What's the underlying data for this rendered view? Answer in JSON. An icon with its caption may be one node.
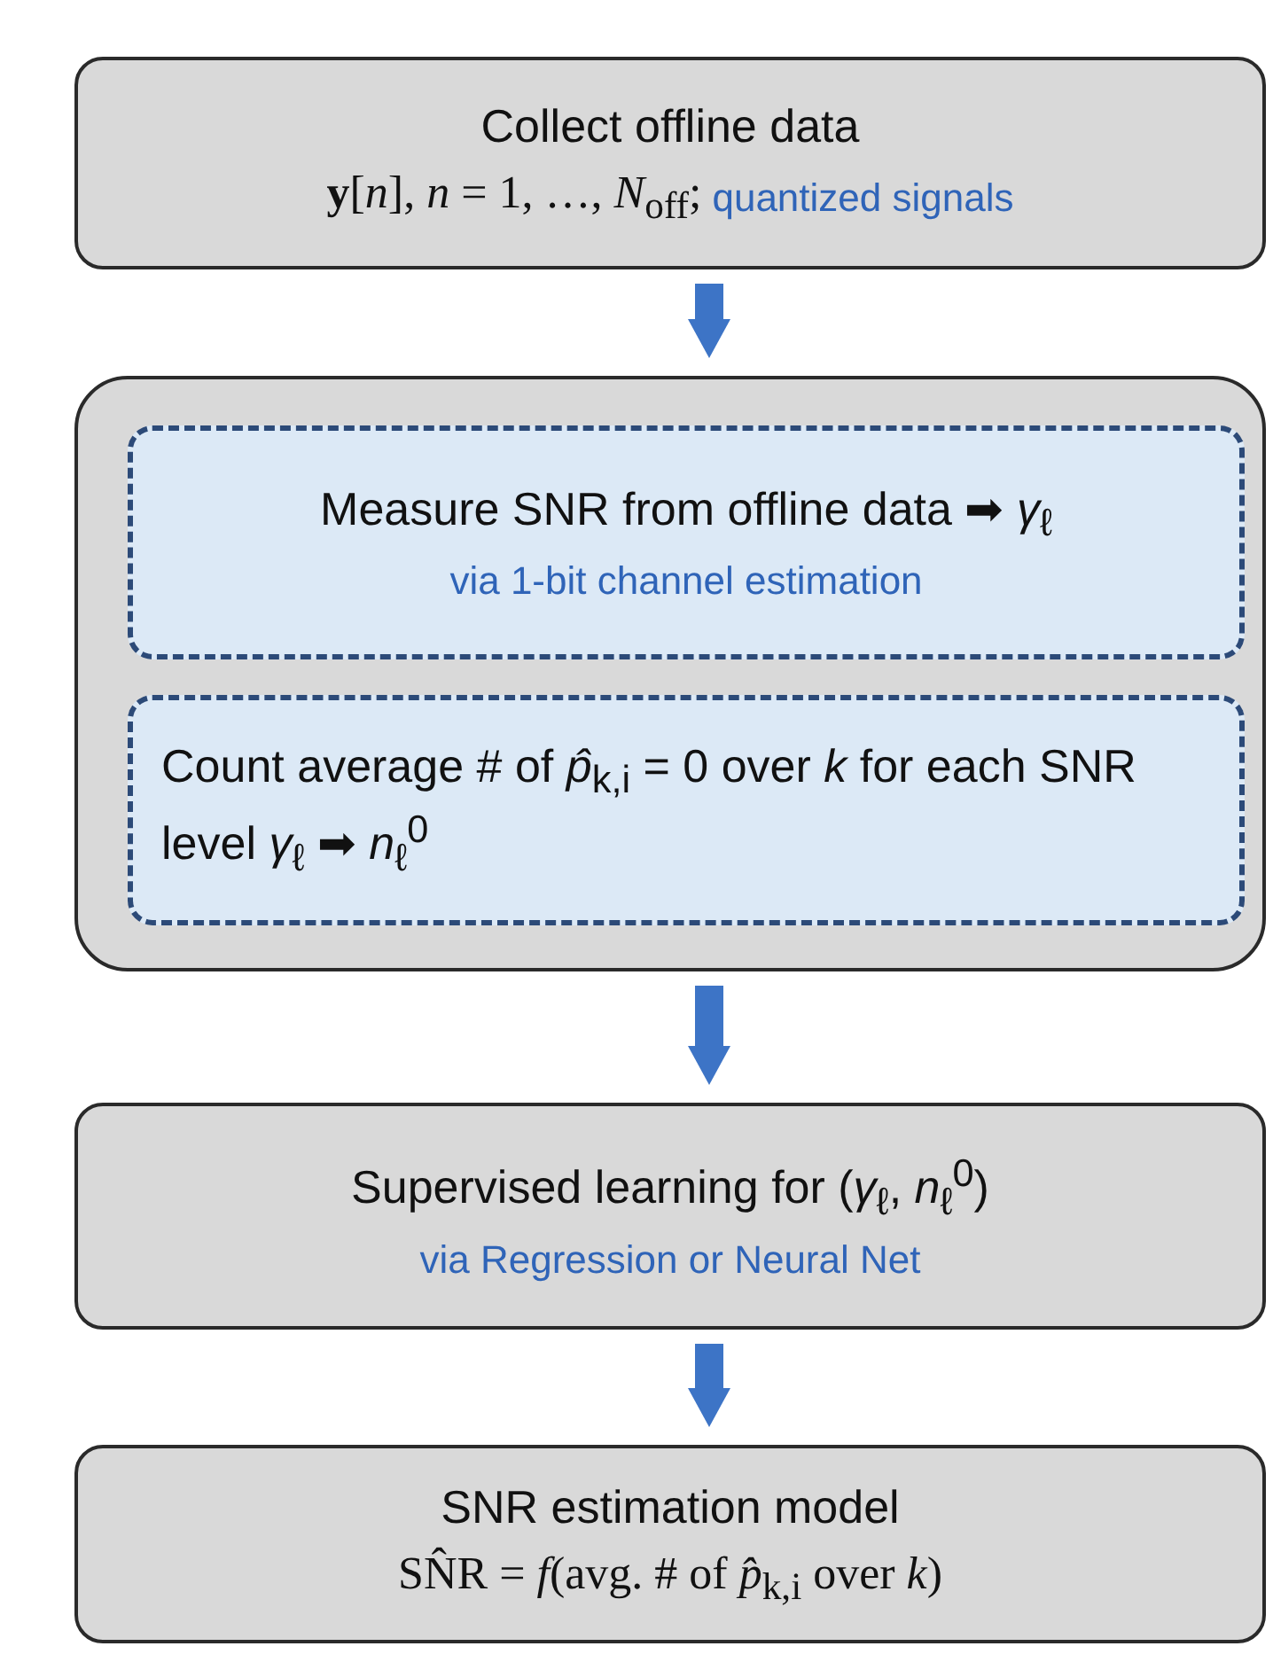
{
  "diagram": {
    "nodes": [
      {
        "text": [
          "Collect offline data",
          "**y**[*n*], *n* = 1, …, *N*$_{off}$;",
          "quantized signals"
        ]
      },
      {
        "text": [],
        "shape": "box"
      },
      {
        "text": [
          "Measure SNR from offline data ➡ *γ*$_{ℓ}$",
          "via 1-bit channel estimation"
        ],
        "in": 1
      },
      {
        "text": [
          "Count average # of *p̂*$_{k,i}$ = 0 over *k* for each SNR level *γ*$_{ℓ}$ ➡ *n*$_{ℓ}$$^{0}$"
        ],
        "in": 1
      },
      {
        "text": [
          "Supervised learning for (*γ*$_{ℓ}$, *n*$_{ℓ}$$^{0}$)",
          "via Regression or Neural Net"
        ]
      },
      {
        "text": [
          "SNR estimation model",
          "SN̂R = *f*(avg. # of *p̂*$_{k,i}$ over *k*)"
        ]
      }
    ],
    "edges": [
      {
        "from": 0,
        "to": 1,
        "arrow": "to"
      },
      {
        "from": 1,
        "to": 4,
        "arrow": "to"
      },
      {
        "from": 4,
        "to": 5,
        "arrow": "to"
      }
    ]
  }
}
